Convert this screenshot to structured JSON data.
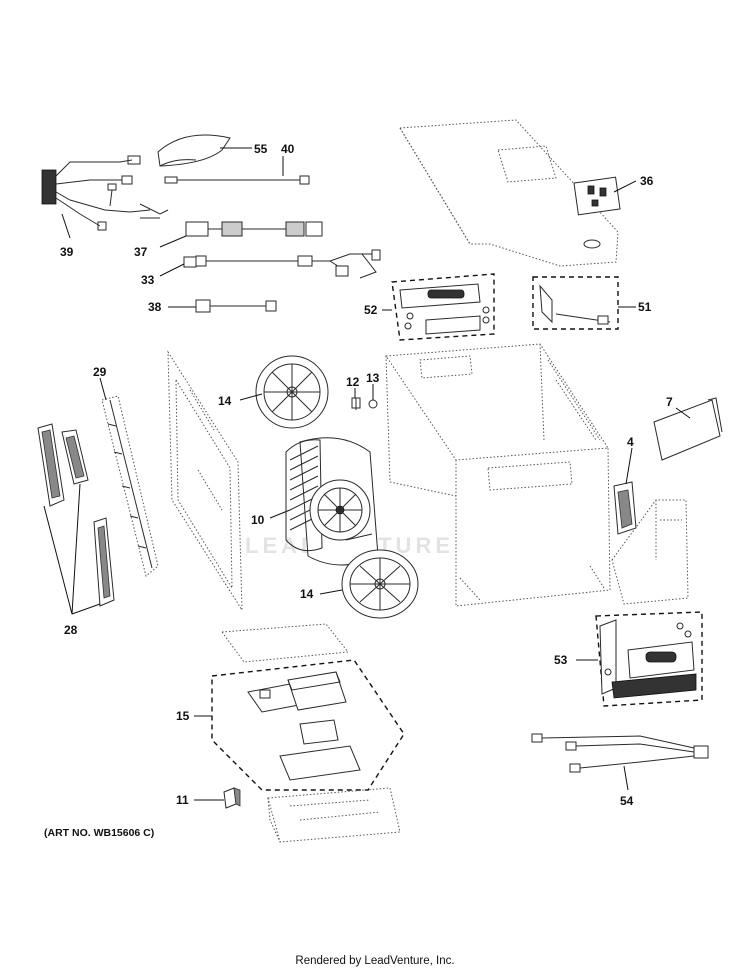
{
  "watermark": "LEADVENTURE",
  "art_number": "(ART NO. WB15606 C)",
  "footer": "Rendered by LeadVenture, Inc.",
  "callouts": {
    "c55": "55",
    "c40": "40",
    "c36": "36",
    "c39": "39",
    "c37": "37",
    "c33": "33",
    "c38": "38",
    "c52": "52",
    "c51": "51",
    "c29": "29",
    "c14a": "14",
    "c12": "12",
    "c13": "13",
    "c7": "7",
    "c4": "4",
    "c10": "10",
    "c14b": "14",
    "c28": "28",
    "c53": "53",
    "c15": "15",
    "c11": "11",
    "c54": "54"
  }
}
